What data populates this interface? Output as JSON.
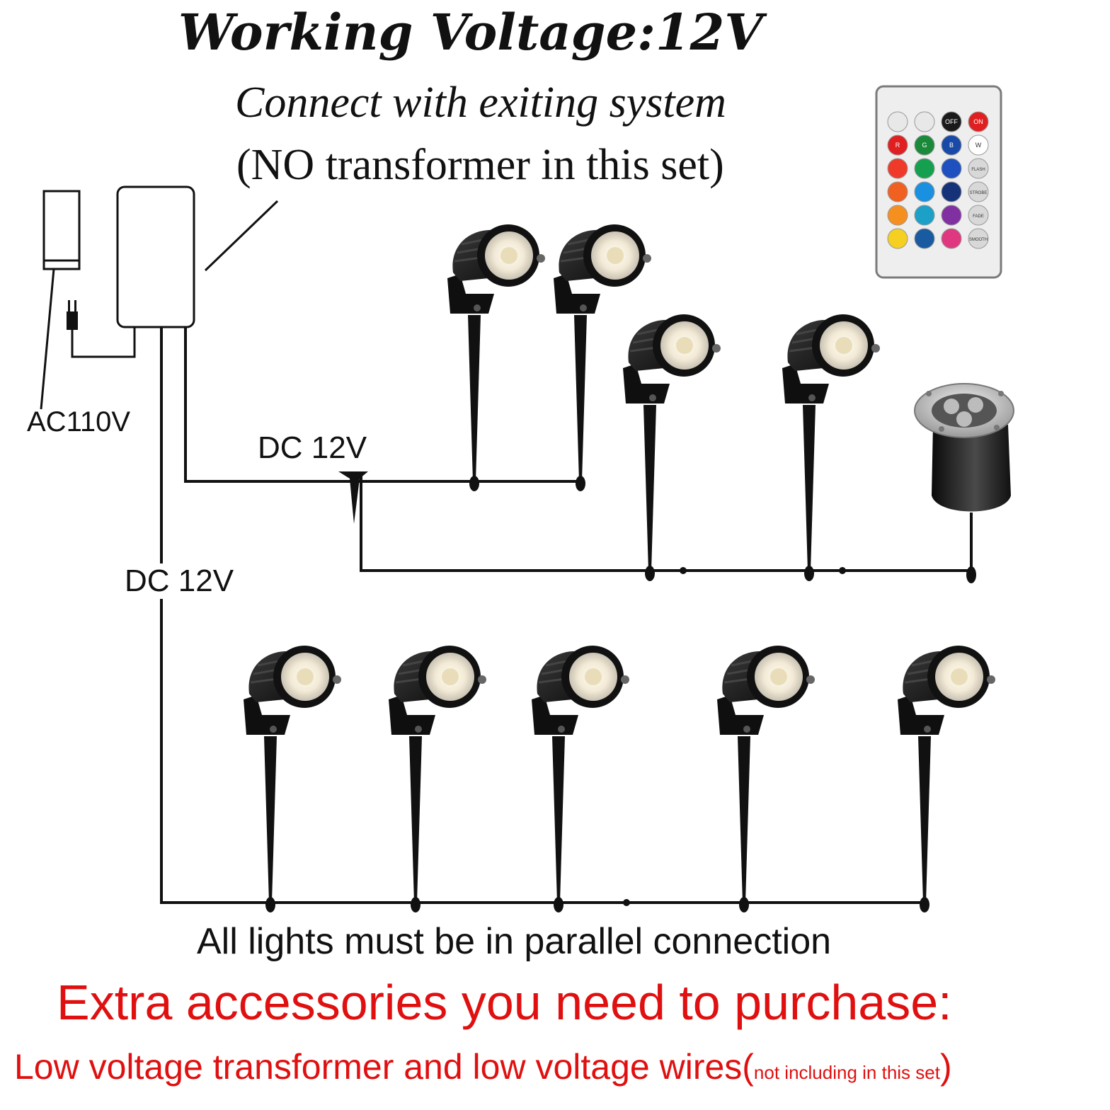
{
  "title": "Working Voltage:12V",
  "subtitle": "Connect with exiting system",
  "note": "(NO transformer in this set)",
  "labels": {
    "ac": "AC110V",
    "dc_top": "DC 12V",
    "dc_left": "DC 12V"
  },
  "parallel_note": "All lights must be in parallel connection",
  "extra_heading": "Extra accessories you need to purchase:",
  "extra_detail": "Low voltage transformer and low voltage wires(",
  "extra_small": "not including in this set",
  "extra_close": ")",
  "remote": {
    "buttons": [
      "OFF",
      "ON",
      "R",
      "G",
      "B",
      "W",
      "FLASH",
      "STROBE",
      "FADE",
      "SMOOTH"
    ]
  },
  "colors": {
    "text": "#111111",
    "warning": "#e01010",
    "light_body": "#1a1a1a",
    "lens": "#f3ead6"
  },
  "icons": [
    "outlet-icon",
    "plug-icon",
    "transformer-icon",
    "spotlight-icon",
    "inground-light-icon",
    "remote-icon"
  ]
}
